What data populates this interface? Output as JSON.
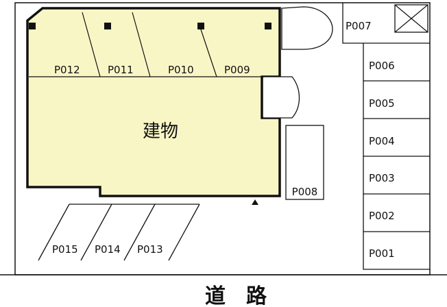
{
  "colors": {
    "building_fill": "#f9f6c6",
    "line": "#111111",
    "background": "#ffffff"
  },
  "building": {
    "label": "建物"
  },
  "road": {
    "label": "道　路"
  },
  "parking": {
    "P001": "P001",
    "P002": "P002",
    "P003": "P003",
    "P004": "P004",
    "P005": "P005",
    "P006": "P006",
    "P007": "P007",
    "P008": "P008",
    "P009": "P009",
    "P010": "P010",
    "P011": "P011",
    "P012": "P012",
    "P013": "P013",
    "P014": "P014",
    "P015": "P015"
  }
}
